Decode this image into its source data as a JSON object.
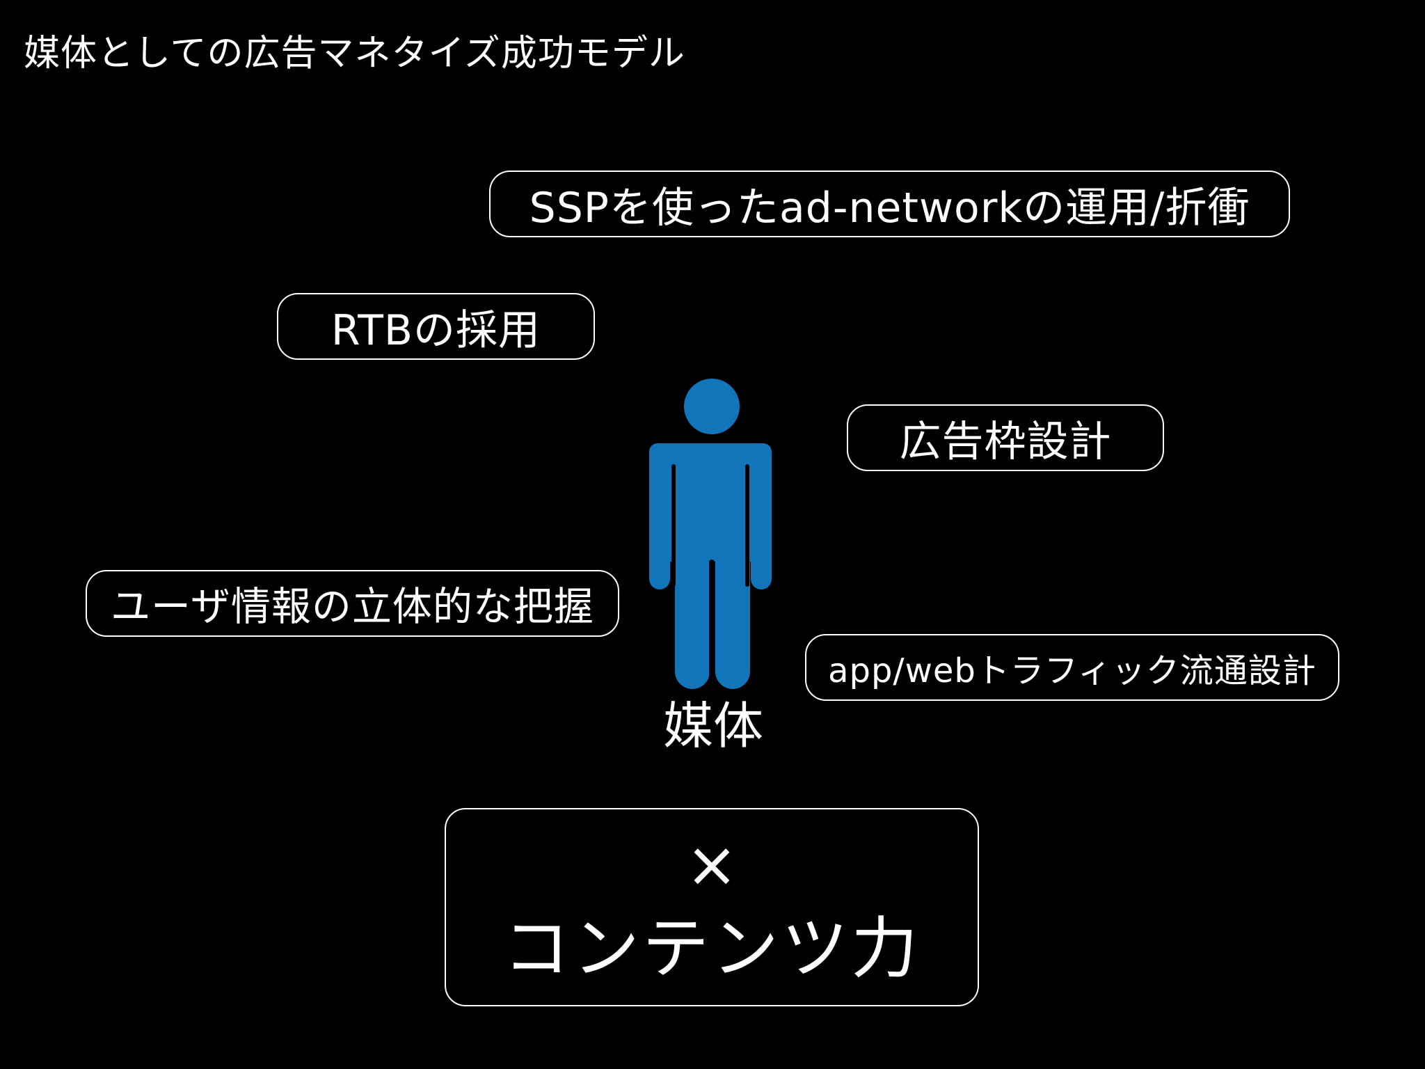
{
  "slide": {
    "title": "媒体としての広告マネタイズ成功モデル",
    "background_color": "#000000",
    "text_color": "#ffffff"
  },
  "tags": {
    "ssp": "SSPを使ったad-networkの運用/折衝",
    "rtb": "RTBの採用",
    "ad_slot": "広告枠設計",
    "user_info": "ユーザ情報の立体的な把握",
    "traffic": "app/webトラフィック流通設計"
  },
  "figure": {
    "icon": "person-icon",
    "color": "#1375b9",
    "label": "媒体"
  },
  "content_box": {
    "mark": "×",
    "label": "コンテンツ力"
  }
}
